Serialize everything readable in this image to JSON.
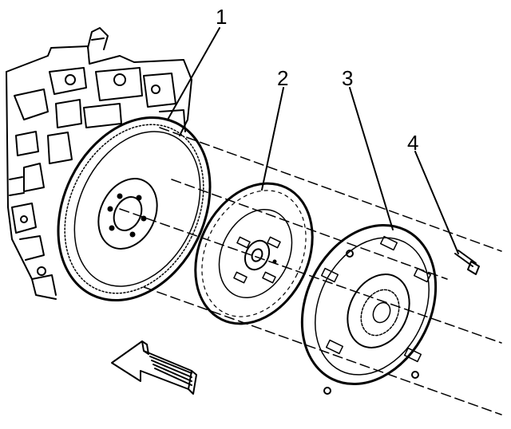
{
  "callouts": [
    {
      "label": "1",
      "part": "flywheel"
    },
    {
      "label": "2",
      "part": "clutch-disc"
    },
    {
      "label": "3",
      "part": "pressure-plate"
    },
    {
      "label": "4",
      "part": "bolt"
    }
  ],
  "icons": {
    "direction": "arrow-left-icon"
  },
  "colors": {
    "line": "#000000",
    "background": "#ffffff"
  }
}
